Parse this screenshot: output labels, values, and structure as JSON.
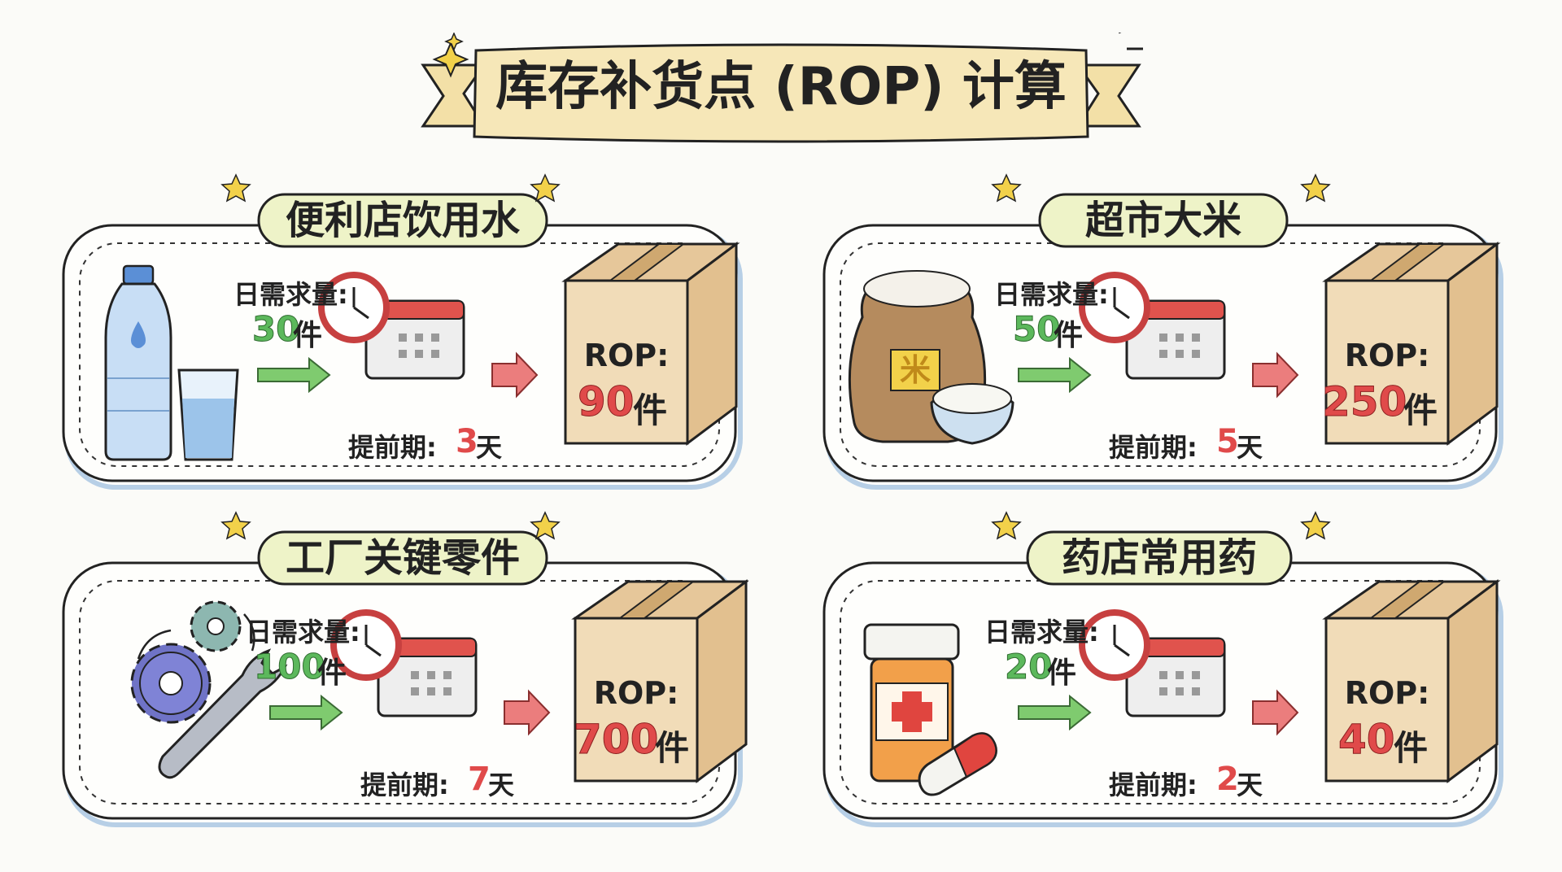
{
  "title": "库存补货点 (ROP) 计算",
  "demand_label": "日需求量:",
  "lead_label": "提前期:",
  "rop_label": "ROP:",
  "unit_piece": "件",
  "unit_day": "天",
  "cards": [
    {
      "title": "便利店饮用水",
      "demand": "30",
      "lead": "3",
      "rop": "90",
      "icon": "water-bottle-icon"
    },
    {
      "title": "超市大米",
      "demand": "50",
      "lead": "5",
      "rop": "250",
      "icon": "rice-sack-icon",
      "sack_mark": "米"
    },
    {
      "title": "工厂关键零件",
      "demand": "100",
      "lead": "7",
      "rop": "700",
      "icon": "gears-wrench-icon"
    },
    {
      "title": "药店常用药",
      "demand": "20",
      "lead": "2",
      "rop": "40",
      "icon": "medicine-bottle-icon"
    }
  ],
  "colors": {
    "title_banner": "#f6e7b8",
    "card_title_bg": "#eef3c8",
    "demand_green": "#5cb85c",
    "lead_red": "#e04a4a",
    "box_tan": "#f1dcb8"
  }
}
